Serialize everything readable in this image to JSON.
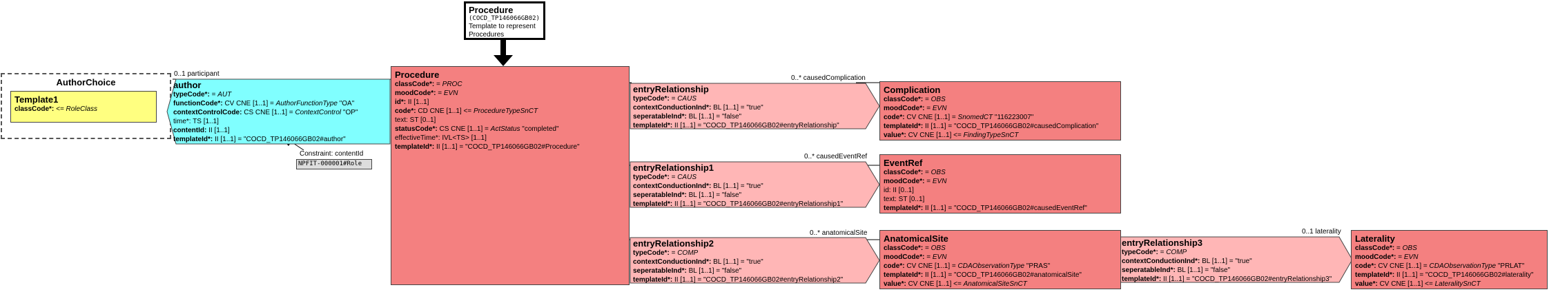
{
  "header": {
    "title": "Procedure",
    "code": "(COCD_TP146066GB02)",
    "desc_line1": "Template to represent",
    "desc_line2": "Procedures"
  },
  "author_choice": {
    "title": "AuthorChoice",
    "template1_title": "Template1",
    "template1_attr_name": "classCode*:",
    "template1_attr_value": "<= RoleClass"
  },
  "author": {
    "title": "author",
    "participant_label": "0..1 participant",
    "attrs": [
      {
        "name": "typeCode*:",
        "v1": "= ",
        "it": "AUT",
        "v2": ""
      },
      {
        "name": "functionCode*:",
        "v1": "CV CNE [1..1] = ",
        "it": "AuthorFunctionType",
        "v2": " \"OA\""
      },
      {
        "name": "contextControlCode:",
        "v1": "CS CNE [1..1] = ",
        "it": "ContextControl",
        "v2": " \"OP\""
      },
      {
        "name": "",
        "v1": "time*: TS [1..1]",
        "it": "",
        "v2": ""
      },
      {
        "name": "contentId:",
        "v1": "II [1..1]",
        "it": "",
        "v2": ""
      },
      {
        "name": "templateId*:",
        "v1": "II [1..1] = \"COCD_TP146066GB02#author\"",
        "it": "",
        "v2": ""
      }
    ],
    "constraint_label": "Constraint: contentId",
    "constraint_value": "NPFIT-000001#Role"
  },
  "procedure": {
    "title": "Procedure",
    "attrs": [
      {
        "name": "classCode*:",
        "v1": "= ",
        "it": "PROC",
        "v2": ""
      },
      {
        "name": "moodCode*:",
        "v1": "= ",
        "it": "EVN",
        "v2": ""
      },
      {
        "name": "id*:",
        "v1": "II [1..1]",
        "it": "",
        "v2": ""
      },
      {
        "name": "code*:",
        "v1": "CD CNE [1..1] <= ",
        "it": "ProcedureTypeSnCT",
        "v2": ""
      },
      {
        "name": "",
        "v1": "text: ST [0..1]",
        "it": "",
        "v2": ""
      },
      {
        "name": "statusCode*:",
        "v1": "CS CNE [1..1] = ",
        "it": "ActStatus",
        "v2": " \"completed\""
      },
      {
        "name": "",
        "v1": "effectiveTime*: IVL<TS> [1..1]",
        "it": "",
        "v2": ""
      },
      {
        "name": "templateId*:",
        "v1": "II [1..1] = \"COCD_TP146066GB02#Procedure\"",
        "it": "",
        "v2": ""
      }
    ]
  },
  "entry_relationships": [
    {
      "title": "entryRelationship",
      "label": "0..* causedComplication",
      "attrs": [
        {
          "name": "typeCode*:",
          "v1": "= ",
          "it": "CAUS",
          "v2": ""
        },
        {
          "name": "contextConductionInd*:",
          "v1": "BL [1..1] = \"true\"",
          "it": "",
          "v2": ""
        },
        {
          "name": "seperatableInd*:",
          "v1": "BL [1..1] = \"false\"",
          "it": "",
          "v2": ""
        },
        {
          "name": "templateId*:",
          "v1": "II [1..1] = \"COCD_TP146066GB02#entryRelationship\"",
          "it": "",
          "v2": ""
        }
      ]
    },
    {
      "title": "entryRelationship1",
      "label": "0..* causedEventRef",
      "attrs": [
        {
          "name": "typeCode*:",
          "v1": "= ",
          "it": "CAUS",
          "v2": ""
        },
        {
          "name": "contextConductionInd*:",
          "v1": "BL [1..1] = \"true\"",
          "it": "",
          "v2": ""
        },
        {
          "name": "seperatableInd*:",
          "v1": "BL [1..1] = \"false\"",
          "it": "",
          "v2": ""
        },
        {
          "name": "templateId*:",
          "v1": "II [1..1] = \"COCD_TP146066GB02#entryRelationship1\"",
          "it": "",
          "v2": ""
        }
      ]
    },
    {
      "title": "entryRelationship2",
      "label": "0..* anatomicalSite",
      "attrs": [
        {
          "name": "typeCode*:",
          "v1": "= ",
          "it": "COMP",
          "v2": ""
        },
        {
          "name": "contextConductionInd*:",
          "v1": "BL [1..1] = \"true\"",
          "it": "",
          "v2": ""
        },
        {
          "name": "seperatableInd*:",
          "v1": "BL [1..1] = \"false\"",
          "it": "",
          "v2": ""
        },
        {
          "name": "templateId*:",
          "v1": "II [1..1] = \"COCD_TP146066GB02#entryRelationship2\"",
          "it": "",
          "v2": ""
        }
      ]
    },
    {
      "title": "entryRelationship3",
      "label": "0..1 laterality",
      "attrs": [
        {
          "name": "typeCode*:",
          "v1": "= ",
          "it": "COMP",
          "v2": ""
        },
        {
          "name": "contextConductionInd*:",
          "v1": "BL [1..1] = \"true\"",
          "it": "",
          "v2": ""
        },
        {
          "name": "seperatableInd*:",
          "v1": "BL [1..1] = \"false\"",
          "it": "",
          "v2": ""
        },
        {
          "name": "templateId*:",
          "v1": "II [1..1] = \"COCD_TP146066GB02#entryRelationship3\"",
          "it": "",
          "v2": ""
        }
      ]
    }
  ],
  "classes": [
    {
      "title": "Complication",
      "attrs": [
        {
          "name": "classCode*:",
          "v1": "= ",
          "it": "OBS",
          "v2": ""
        },
        {
          "name": "moodCode*:",
          "v1": "= ",
          "it": "EVN",
          "v2": ""
        },
        {
          "name": "code*:",
          "v1": "CV CNE [1..1] = ",
          "it": "SnomedCT",
          "v2": " \"116223007\""
        },
        {
          "name": "templateId*:",
          "v1": "II [1..1] = \"COCD_TP146066GB02#causedComplication\"",
          "it": "",
          "v2": ""
        },
        {
          "name": "value*:",
          "v1": "CV CNE [1..1] <= ",
          "it": "FindingTypeSnCT",
          "v2": ""
        }
      ]
    },
    {
      "title": "EventRef",
      "attrs": [
        {
          "name": "classCode*:",
          "v1": "= ",
          "it": "OBS",
          "v2": ""
        },
        {
          "name": "moodCode*:",
          "v1": "= ",
          "it": "EVN",
          "v2": ""
        },
        {
          "name": "",
          "v1": "id: II [0..1]",
          "it": "",
          "v2": ""
        },
        {
          "name": "",
          "v1": "text: ST [0..1]",
          "it": "",
          "v2": ""
        },
        {
          "name": "templateId*:",
          "v1": "II [1..1] = \"COCD_TP146066GB02#causedEventRef\"",
          "it": "",
          "v2": ""
        }
      ]
    },
    {
      "title": "AnatomicalSite",
      "attrs": [
        {
          "name": "classCode*:",
          "v1": "= ",
          "it": "OBS",
          "v2": ""
        },
        {
          "name": "moodCode*:",
          "v1": "= ",
          "it": "EVN",
          "v2": ""
        },
        {
          "name": "code*:",
          "v1": "CV CNE [1..1] = ",
          "it": "CDAObservationType",
          "v2": " \"PRAS\""
        },
        {
          "name": "templateId*:",
          "v1": "II [1..1] = \"COCD_TP146066GB02#anatomicalSite\"",
          "it": "",
          "v2": ""
        },
        {
          "name": "value*:",
          "v1": "CV CNE [1..1] <= ",
          "it": "AnatomicalSiteSnCT",
          "v2": ""
        }
      ]
    },
    {
      "title": "Laterality",
      "attrs": [
        {
          "name": "classCode*:",
          "v1": "= ",
          "it": "OBS",
          "v2": ""
        },
        {
          "name": "moodCode*:",
          "v1": "= ",
          "it": "EVN",
          "v2": ""
        },
        {
          "name": "code*:",
          "v1": "CV CNE [1..1] = ",
          "it": "CDAObservationType",
          "v2": " \"PRLAT\""
        },
        {
          "name": "templateId*:",
          "v1": "II [1..1] = \"COCD_TP146066GB02#laterality\"",
          "it": "",
          "v2": ""
        },
        {
          "name": "value*:",
          "v1": "CV CNE [1..1] <= ",
          "it": "LateralitySnCT",
          "v2": ""
        }
      ]
    }
  ]
}
